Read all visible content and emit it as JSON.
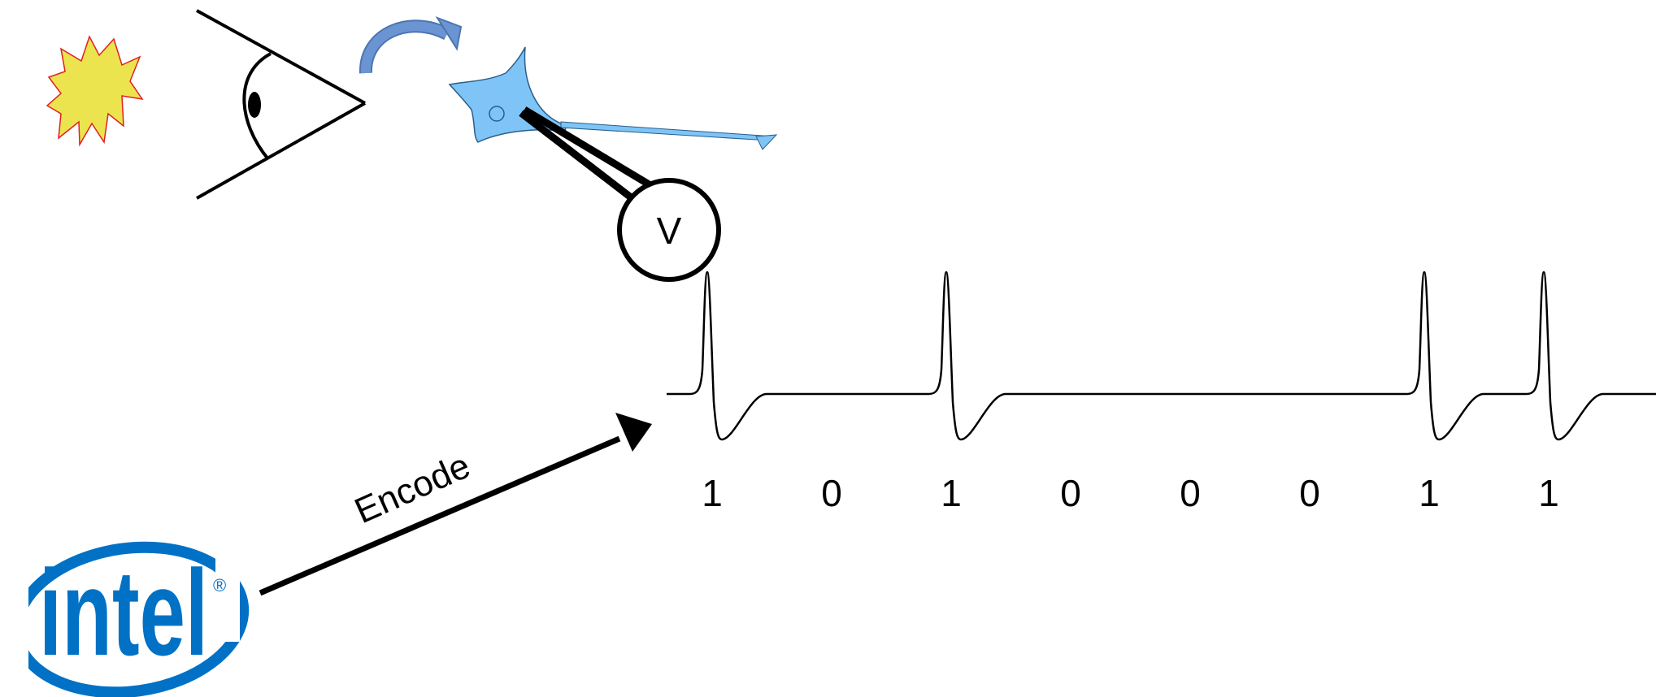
{
  "voltmeter": {
    "label": "V"
  },
  "arrow": {
    "label": "Encode"
  },
  "logo": {
    "text": "intel",
    "mark": "®",
    "color": "#0071c5"
  },
  "bits": [
    "1",
    "0",
    "1",
    "0",
    "0",
    "0",
    "1",
    "1"
  ],
  "colors": {
    "sun": "#ece44e",
    "sun_stroke": "#e02020",
    "neuron": "#7ec4f7",
    "curved_arrow": "#6a95d2"
  },
  "icons": {
    "light_source": "starburst-icon",
    "eye": "eye-icon",
    "neuron": "neuron-icon",
    "curved_arrow": "curved-arrow-icon"
  }
}
